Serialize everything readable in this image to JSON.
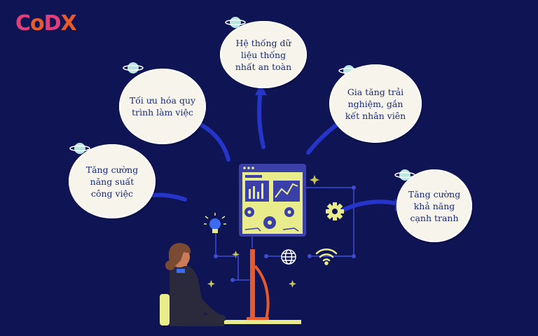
{
  "logo": {
    "text_c": "C",
    "text_o": "o",
    "text_d": "D",
    "text_x": "X"
  },
  "bubbles": {
    "toi_uu": "Tối ưu hóa quy trình làm việc",
    "he_thong": "Hệ thống dữ liệu thống nhất an toàn",
    "gia_tang": "Gia tăng trải nghiệm, gắn kết nhân viên",
    "tang_cuong_nang_suat": "Tăng cường năng suất công việc",
    "tang_cuong_canh_tranh": "Tăng cường khả năng cạnh tranh"
  },
  "colors": {
    "background": "#0f1554",
    "bubble": "#f7f4ec",
    "arrow": "#2534c9",
    "screen_frame": "#3b3fa8",
    "screen_fill": "#e8ec8a",
    "bubble_text": "#1a2a7a",
    "accent_orange": "#e85a2a",
    "accent_pink": "#e0407a"
  },
  "icons": [
    "planet-icon",
    "gear-icon",
    "globe-icon",
    "wifi-icon",
    "lightbulb-icon",
    "monitor-icon",
    "person-figure"
  ]
}
